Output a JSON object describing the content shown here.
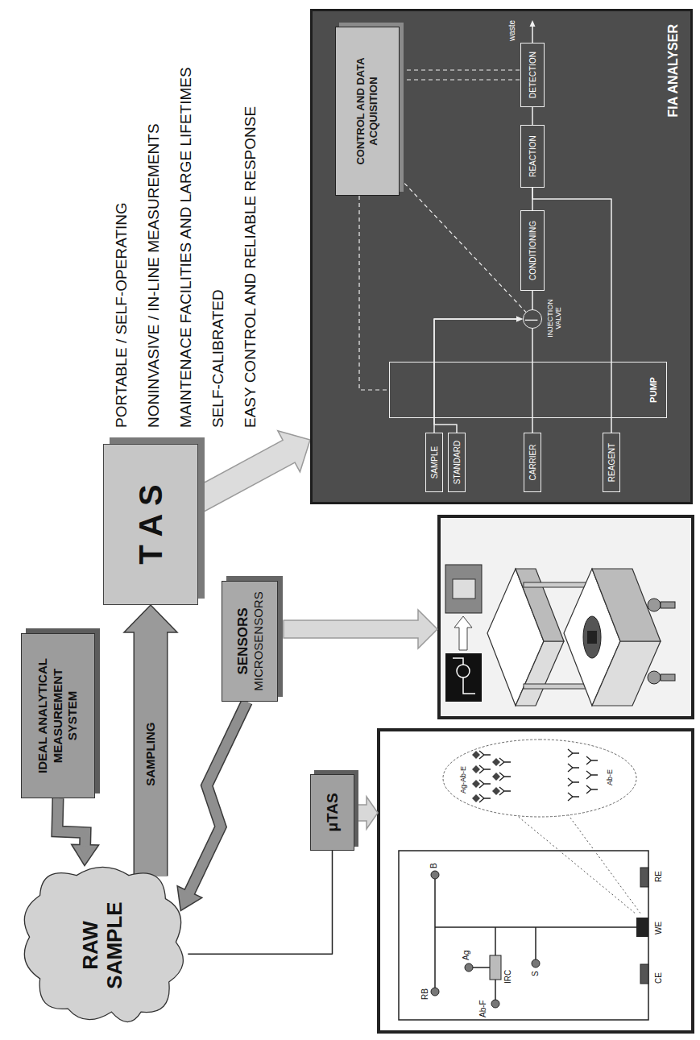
{
  "diagram": {
    "nodes": [
      {
        "text": [
          "IDEAL ANALYTICAL MEASUREMENT SYSTEM"
        ]
      },
      {
        "text": [
          "RAW SAMPLE"
        ]
      },
      {
        "text": [
          "T A S"
        ]
      },
      {
        "text": [
          "SENSORS",
          "MICROSENSORS"
        ]
      },
      {
        "text": [
          "μTAS"
        ]
      },
      {
        "text": [
          "FIA ANALYSER"
        ]
      },
      {
        "text": [
          "SAMPLE"
        ],
        "in": 5
      },
      {
        "text": [
          "STANDARD"
        ],
        "in": 5
      },
      {
        "text": [
          "CARRIER"
        ],
        "in": 5
      },
      {
        "text": [
          "REAGENT"
        ],
        "in": 5
      },
      {
        "text": [
          "PUMP"
        ],
        "in": 5
      },
      {
        "text": [
          "INJECTION VALVE"
        ],
        "in": 5
      },
      {
        "text": [
          "CONDITIONING"
        ],
        "in": 5
      },
      {
        "text": [
          "REACTION"
        ],
        "in": 5
      },
      {
        "text": [
          "DETECTION"
        ],
        "in": 5
      },
      {
        "text": [
          "CONTROL AND DATA ACQUISITION"
        ],
        "in": 5
      }
    ],
    "edges": [
      {
        "from": 0,
        "to": 1,
        "arrow": "to"
      },
      {
        "from": 1,
        "to": 2,
        "label": "SAMPLING",
        "arrow": "to"
      },
      {
        "from": 3,
        "to": 1,
        "arrow": "to"
      },
      {
        "from": 1,
        "to": 4,
        "arrow": "none"
      },
      {
        "from": 2,
        "to": 5,
        "arrow": "to"
      },
      {
        "from": 6,
        "to": 11,
        "arrow": "to"
      },
      {
        "from": 7,
        "to": 11,
        "arrow": "to"
      },
      {
        "from": 8,
        "to": 11,
        "arrow": "none"
      },
      {
        "from": 11,
        "to": 12,
        "arrow": "none"
      },
      {
        "from": 12,
        "to": 13,
        "arrow": "none"
      },
      {
        "from": 9,
        "to": 13,
        "arrow": "none"
      },
      {
        "from": 13,
        "to": 14,
        "arrow": "none"
      },
      {
        "from": 15,
        "to": 10,
        "arrow": "none"
      },
      {
        "from": 15,
        "to": 11,
        "arrow": "none"
      },
      {
        "from": 15,
        "to": 14,
        "arrow": "none"
      }
    ],
    "labels": [
      "PORTABLE / SELF-OPERATING",
      "NONINVASIVE / IN-LINE MEASUREMENTS",
      "MAINTENACE FACILITIES AND LARGE LIFETIMES",
      "SELF-CALIBRATED",
      "EASY CONTROL AND RELIABLE RESPONSE",
      "waste",
      "RB",
      "B",
      "Ab-F",
      "IRC",
      "Ag",
      "S",
      "RE",
      "WE",
      "CE",
      "Ag-Ab-E",
      "Ab-E"
    ]
  }
}
